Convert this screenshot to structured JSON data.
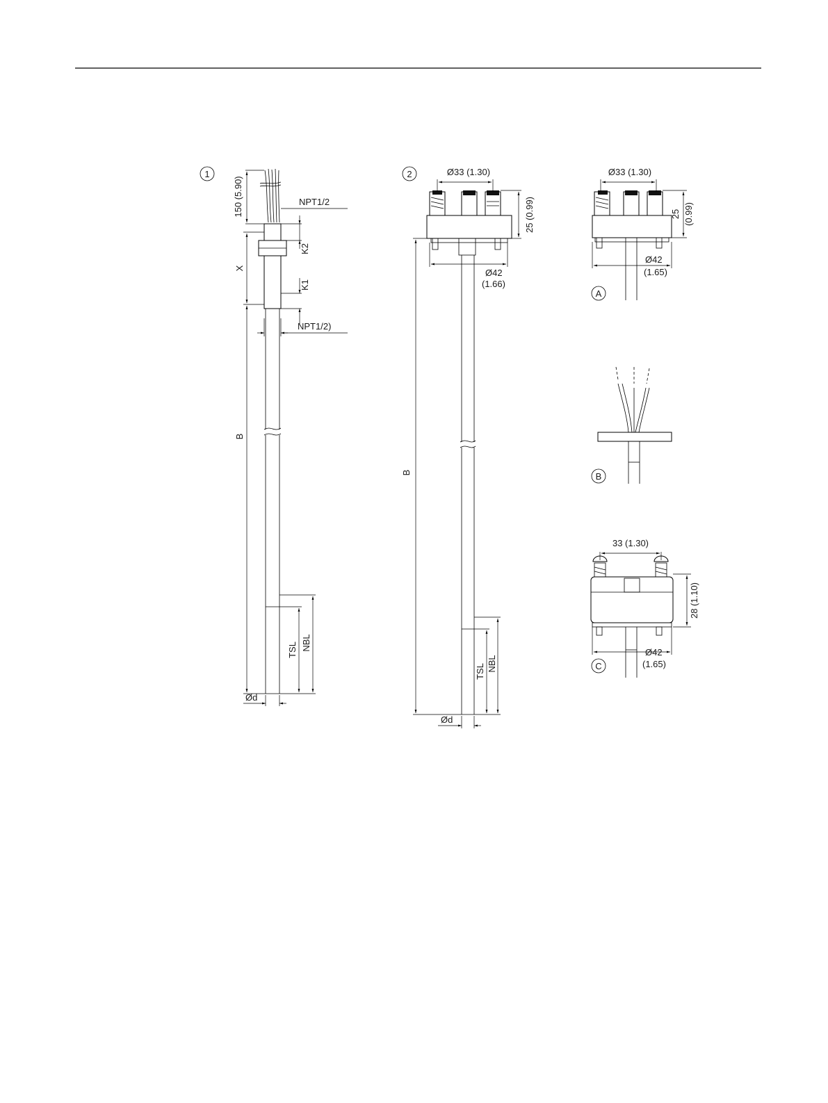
{
  "drawing": {
    "view1": {
      "number": "1",
      "labels": {
        "lead_length": "150 (5.90)",
        "thread_top": "NPT1/2",
        "thread_bottom": "NPT1/2)",
        "x": "X",
        "k1": "K1",
        "k2": "K2",
        "b": "B",
        "tsl": "TSL",
        "nbl": "NBL",
        "d": "Ød"
      }
    },
    "view2": {
      "number": "2",
      "labels": {
        "head_spacing": "Ø33 (1.30)",
        "head_height": "25 (0.99)",
        "flange_dia_1": "Ø42",
        "flange_dia_2": "(1.66)",
        "b": "B",
        "tsl": "TSL",
        "nbl": "NBL",
        "d": "Ød"
      }
    },
    "detail_a": {
      "letter": "A",
      "labels": {
        "spacing": "Ø33 (1.30)",
        "height_1": "25",
        "height_2": "(0.99)",
        "dia_1": "Ø42",
        "dia_2": "(1.65)"
      }
    },
    "detail_b": {
      "letter": "B"
    },
    "detail_c": {
      "letter": "C",
      "labels": {
        "spacing": "33 (1.30)",
        "height": "28 (1.10)",
        "dia_1": "Ø42",
        "dia_2": "(1.65)"
      }
    }
  }
}
